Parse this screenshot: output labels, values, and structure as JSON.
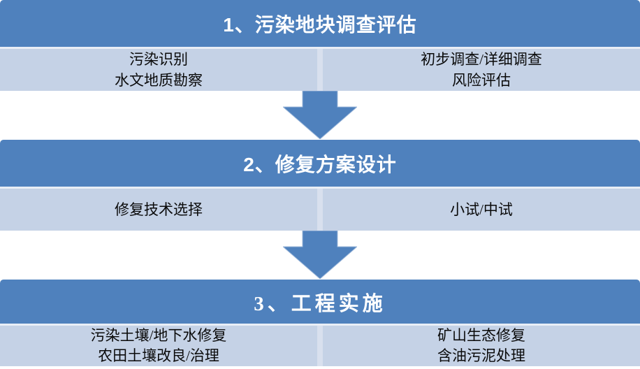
{
  "palette": {
    "header_bg": "#4f81bd",
    "body_bg": "#c5d2e6",
    "divider": "#d8e0ee",
    "gap": "#e9eef6",
    "arrow": "#4f81bd",
    "arrow_edge": "#9db8da",
    "header_text": "#ffffff",
    "item_text": "#0a0a0a"
  },
  "stages": [
    {
      "title": "1、污染地块调查评估",
      "left_items": [
        "污染识别",
        "水文地质勘察"
      ],
      "right_items": [
        "初步调查/详细调查",
        "风险评估"
      ]
    },
    {
      "title": "2、修复方案设计",
      "left_items": [
        "修复技术选择"
      ],
      "right_items": [
        "小试/中试"
      ]
    },
    {
      "title": "3、工程实施",
      "left_items": [
        "污染土壤/地下水修复",
        "农田土壤改良/治理"
      ],
      "right_items": [
        "矿山生态修复",
        "含油污泥处理"
      ]
    }
  ],
  "arrows": [
    {
      "icon": "down-arrow"
    },
    {
      "icon": "down-arrow"
    }
  ]
}
